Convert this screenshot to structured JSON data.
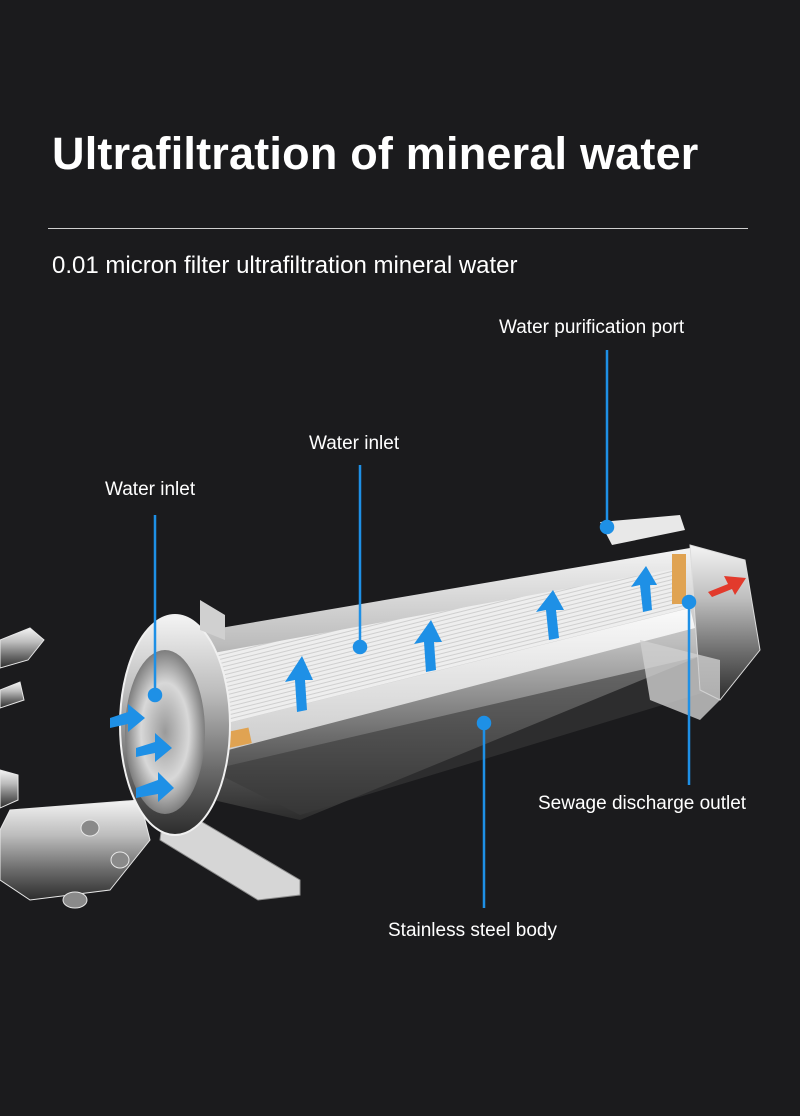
{
  "header": {
    "title": "Ultrafiltration of mineral water",
    "subtitle": "0.01 micron filter ultrafiltration mineral water"
  },
  "callouts": {
    "purification_port": "Water purification port",
    "water_inlet_top": "Water inlet",
    "water_inlet_left": "Water inlet",
    "sewage_outlet": "Sewage discharge outlet",
    "steel_body": "Stainless steel body"
  },
  "colors": {
    "background": "#1b1b1d",
    "accent_blue": "#1e90e6",
    "outlet_arrow": "#e23a2c",
    "seal_orange": "#e0a352"
  }
}
